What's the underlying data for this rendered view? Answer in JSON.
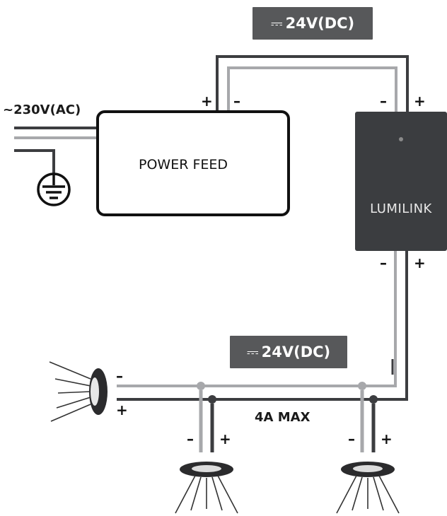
{
  "top_badge": {
    "symbol": "⎓",
    "label": "24V(DC)"
  },
  "mid_badge": {
    "symbol": "⎓",
    "label": "24V(DC)"
  },
  "ac_input": {
    "label": "~230V(AC)"
  },
  "power_feed": {
    "label": "POWER FEED"
  },
  "controller": {
    "brand": "LUMILINK",
    "indicator_color": "#8a8a8a"
  },
  "bus": {
    "max_current_label": "4A MAX"
  },
  "polarity": {
    "plus": "+",
    "minus": "–"
  },
  "colors": {
    "wire_dark": "#3c3d40",
    "wire_light": "#a7a8ab",
    "box_fill": "#3b3d40",
    "badge_fill": "#57585a"
  },
  "icons": [
    "ground-icon",
    "led-lamp-icon",
    "downlight-icon"
  ]
}
